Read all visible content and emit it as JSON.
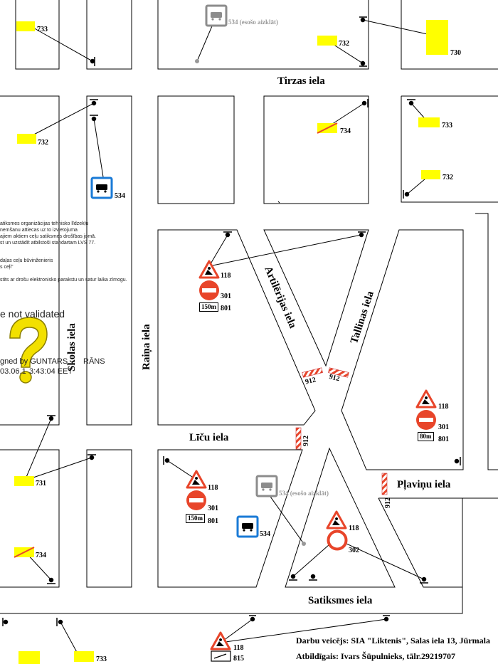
{
  "streets": {
    "tirzas": "Tirzas iela",
    "artilerijas": "Artilērijas iela",
    "tallinas": "Tallinas iela",
    "raina": "Raiņa iela",
    "skolas": "Skolas iela",
    "licu": "Līču iela",
    "plavinu": "Pļaviņu iela",
    "satiksmes": "Satiksmes iela"
  },
  "sign_codes": {
    "c733a": "733",
    "c732a": "732",
    "c730": "730",
    "c732b": "732",
    "c734a": "734",
    "c733b": "733",
    "c732c": "732",
    "c534a": "534",
    "c534_existing_a": "534 (esošo aizklāt)",
    "c118a": "118",
    "c301a": "301",
    "c801a": "801",
    "c912a": "912",
    "c912b": "912",
    "c912c": "912",
    "c912d": "912",
    "c118b": "118",
    "c301b": "301",
    "c801b": "801",
    "c731": "731",
    "c734b": "734",
    "c118c": "118",
    "c301c": "301",
    "c801c": "801",
    "c534_existing_b": "534 (esošo aizklāt)",
    "c534b": "534",
    "c118d": "118",
    "c302": "302",
    "c118e": "118",
    "c815": "815",
    "c733c": "733"
  },
  "distances": {
    "d1": "150m",
    "d2": "80m",
    "d3": "150m"
  },
  "notes": [
    "atiksmes organizācijas tehnisko līdzekļu",
    "nemšanu attiecas uz to izvietojuma",
    "ajiem aktiem ceļu satiksmes drošības jomā.",
    "st un uzstādīt atbilstoši standartam LVS 77.",
    "daļas ceļu būvinženieris",
    "s ceļi\"",
    "stits ar drošu elektronisko parakstu un satur laika zīmogu."
  ],
  "signature": {
    "status": "e not validated",
    "signed_by": "gned by GUNTARS",
    "signer_tail": "RĀNS",
    "date": "03.06.1",
    "time_tail": "3:43:04 EET"
  },
  "footer": {
    "contractor": "Darbu veicējs: SIA \"Liktenis\", Salas iela 13, Jūrmala",
    "responsible": "Atbildīgais: Ivars Šūpulnieks, tālr.29219707"
  },
  "colors": {
    "warning_red": "#e8452a",
    "marker_yellow": "#ffff00",
    "bus_blue": "#1a7ad6",
    "bus_gray": "#8c8c8c",
    "question_yellow": "#f2e000"
  },
  "icons": [
    "roadwork-warning-icon",
    "no-entry-icon",
    "no-vehicles-icon",
    "bus-stop-icon",
    "signpost-icon",
    "question-mark-icon"
  ]
}
